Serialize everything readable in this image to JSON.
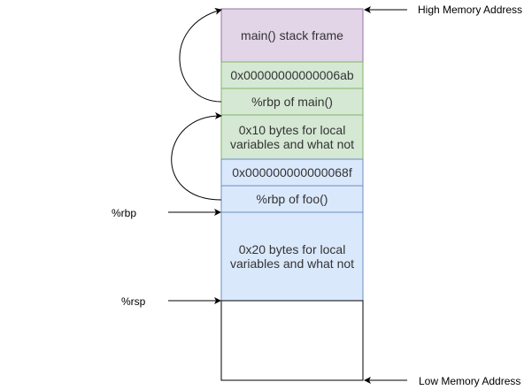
{
  "labels": {
    "high_memory": "High Memory Address",
    "low_memory": "Low Memory Address",
    "rbp": "%rbp",
    "rsp": "%rsp"
  },
  "stack": [
    {
      "id": "main-frame",
      "lines": [
        "main() stack frame"
      ],
      "fill": "#e1d5e7",
      "stroke": "#9673a6"
    },
    {
      "id": "main-return-address",
      "lines": [
        "0x00000000000006ab"
      ],
      "fill": "#d5e8d4",
      "stroke": "#82b366"
    },
    {
      "id": "main-saved-rbp",
      "lines": [
        "%rbp of main()"
      ],
      "fill": "#d5e8d4",
      "stroke": "#82b366"
    },
    {
      "id": "main-locals",
      "lines": [
        "0x10 bytes for local",
        "variables and what not"
      ],
      "fill": "#d5e8d4",
      "stroke": "#82b366"
    },
    {
      "id": "foo-return-address",
      "lines": [
        "0x000000000000068f"
      ],
      "fill": "#dae8fc",
      "stroke": "#6c8ebf"
    },
    {
      "id": "foo-saved-rbp",
      "lines": [
        "%rbp of foo()"
      ],
      "fill": "#dae8fc",
      "stroke": "#6c8ebf"
    },
    {
      "id": "foo-locals",
      "lines": [
        "0x20 bytes for local",
        "variables and what not"
      ],
      "fill": "#dae8fc",
      "stroke": "#6c8ebf"
    },
    {
      "id": "empty-space",
      "lines": [],
      "fill": "#ffffff",
      "stroke": "#000000"
    }
  ]
}
